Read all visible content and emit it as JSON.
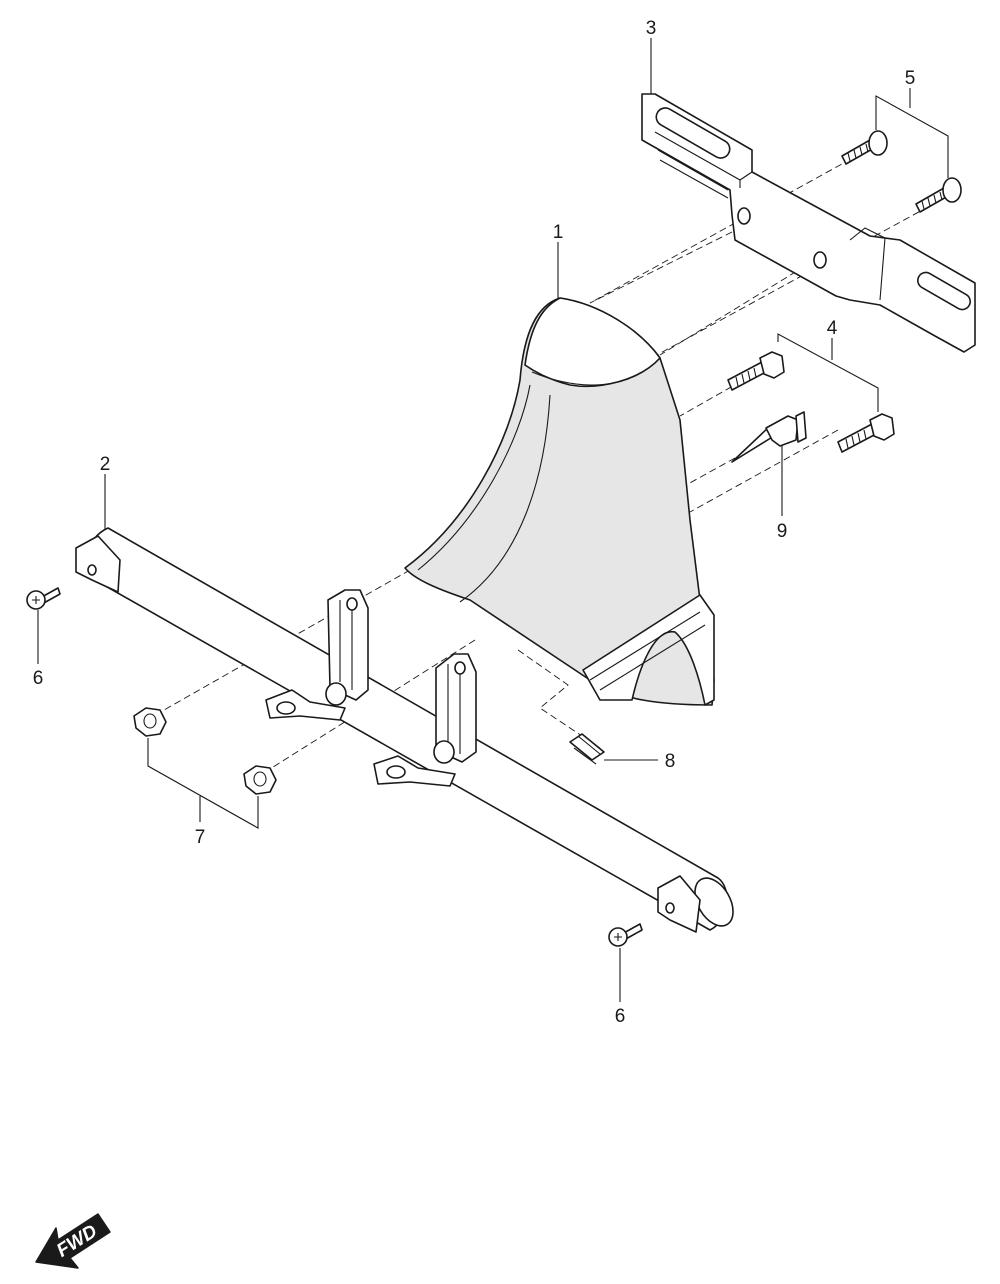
{
  "callouts": {
    "c1": "1",
    "c2": "2",
    "c3": "3",
    "c4": "4",
    "c5": "5",
    "c6_top": "6",
    "c6_bottom": "6",
    "c7": "7",
    "c8": "8",
    "c9": "9"
  },
  "direction_arrow": {
    "label": "FWD",
    "icon": "forward-direction-arrow-icon"
  },
  "colors": {
    "line": "#1a1a1a",
    "fill": "#ffffff",
    "shade": "#e6e6e6"
  }
}
